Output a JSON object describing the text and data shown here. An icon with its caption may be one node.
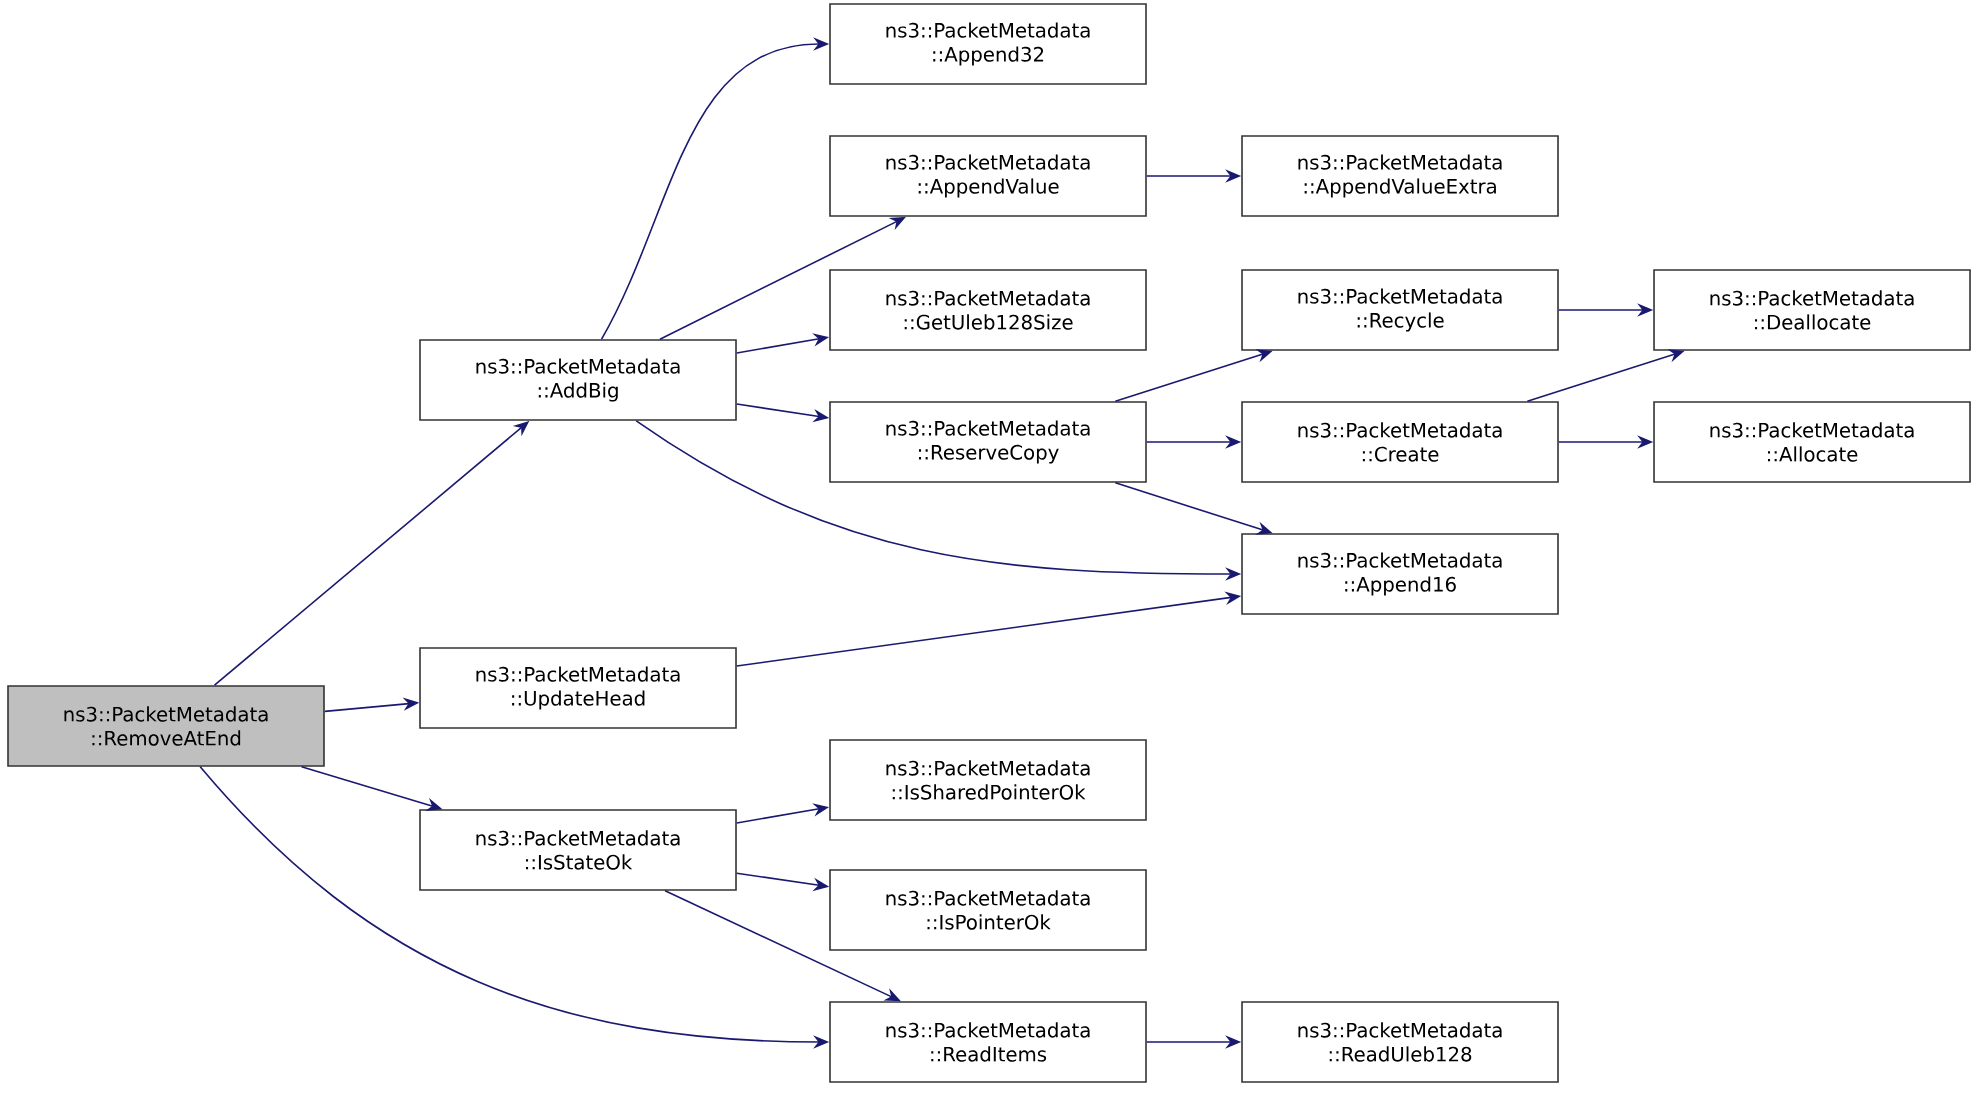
{
  "diagram": {
    "nodes": [
      {
        "text": [
          "ns3::PacketMetadata ::RemoveAtEnd"
        ]
      },
      {
        "text": [
          "ns3::PacketMetadata ::AddBig"
        ]
      },
      {
        "text": [
          "ns3::PacketMetadata ::UpdateHead"
        ]
      },
      {
        "text": [
          "ns3::PacketMetadata ::IsStateOk"
        ]
      },
      {
        "text": [
          "ns3::PacketMetadata ::Append32"
        ]
      },
      {
        "text": [
          "ns3::PacketMetadata ::AppendValue"
        ]
      },
      {
        "text": [
          "ns3::PacketMetadata ::GetUleb128Size"
        ]
      },
      {
        "text": [
          "ns3::PacketMetadata ::ReserveCopy"
        ]
      },
      {
        "text": [
          "ns3::PacketMetadata ::IsSharedPointerOk"
        ]
      },
      {
        "text": [
          "ns3::PacketMetadata ::IsPointerOk"
        ]
      },
      {
        "text": [
          "ns3::PacketMetadata ::ReadItems"
        ]
      },
      {
        "text": [
          "ns3::PacketMetadata ::AppendValueExtra"
        ]
      },
      {
        "text": [
          "ns3::PacketMetadata ::Recycle"
        ]
      },
      {
        "text": [
          "ns3::PacketMetadata ::Create"
        ]
      },
      {
        "text": [
          "ns3::PacketMetadata ::Append16"
        ]
      },
      {
        "text": [
          "ns3::PacketMetadata ::ReadUleb128"
        ]
      },
      {
        "text": [
          "ns3::PacketMetadata ::Deallocate"
        ]
      },
      {
        "text": [
          "ns3::PacketMetadata ::Allocate"
        ]
      }
    ],
    "edges": [
      {
        "from": 0,
        "to": 1,
        "arrow": "to"
      },
      {
        "from": 0,
        "to": 2,
        "arrow": "to"
      },
      {
        "from": 0,
        "to": 3,
        "arrow": "to"
      },
      {
        "from": 0,
        "to": 10,
        "arrow": "to"
      },
      {
        "from": 1,
        "to": 4,
        "arrow": "to"
      },
      {
        "from": 1,
        "to": 5,
        "arrow": "to"
      },
      {
        "from": 1,
        "to": 6,
        "arrow": "to"
      },
      {
        "from": 1,
        "to": 7,
        "arrow": "to"
      },
      {
        "from": 1,
        "to": 14,
        "arrow": "to"
      },
      {
        "from": 5,
        "to": 11,
        "arrow": "to"
      },
      {
        "from": 7,
        "to": 12,
        "arrow": "to"
      },
      {
        "from": 7,
        "to": 13,
        "arrow": "to"
      },
      {
        "from": 7,
        "to": 14,
        "arrow": "to"
      },
      {
        "from": 12,
        "to": 16,
        "arrow": "to"
      },
      {
        "from": 13,
        "to": 16,
        "arrow": "to"
      },
      {
        "from": 13,
        "to": 17,
        "arrow": "to"
      },
      {
        "from": 2,
        "to": 14,
        "arrow": "to"
      },
      {
        "from": 3,
        "to": 8,
        "arrow": "to"
      },
      {
        "from": 3,
        "to": 9,
        "arrow": "to"
      },
      {
        "from": 3,
        "to": 10,
        "arrow": "to"
      },
      {
        "from": 10,
        "to": 15,
        "arrow": "to"
      }
    ]
  }
}
